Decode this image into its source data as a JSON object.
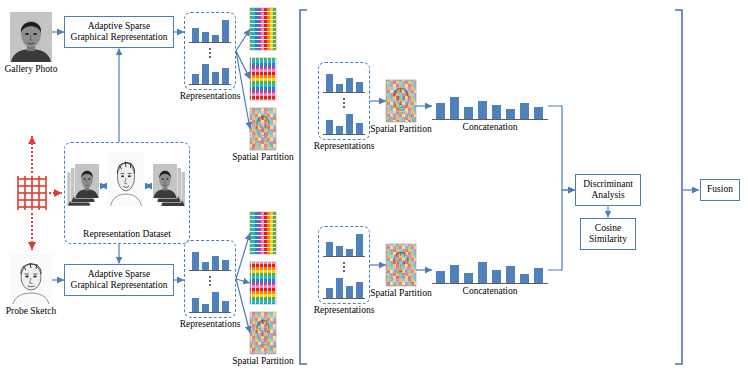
{
  "diagram": {
    "nodes": [
      {
        "text": [
          "Gallery Photo"
        ]
      },
      {
        "text": [
          "Adaptive Sparse Graphical Representation"
        ]
      },
      {
        "text": [
          "Representations"
        ]
      },
      {
        "text": [
          "Spatial Partition"
        ]
      },
      {
        "text": [
          "Representation Dataset"
        ]
      },
      {
        "text": [
          "Probe Sketch"
        ]
      },
      {
        "text": [
          "Adaptive Sparse Graphical Representation"
        ]
      },
      {
        "text": [
          "Representations"
        ]
      },
      {
        "text": [
          "Spatial Partition"
        ]
      },
      {
        "text": [
          "Representations"
        ]
      },
      {
        "text": [
          "Spatial Partition"
        ]
      },
      {
        "text": [
          "Concatenation"
        ]
      },
      {
        "text": [
          "Representations"
        ]
      },
      {
        "text": [
          "Spatial Partition"
        ]
      },
      {
        "text": [
          "Concatenation"
        ]
      },
      {
        "text": [
          "Discriminant Analysis"
        ]
      },
      {
        "text": [
          "Cosine Similarity"
        ]
      },
      {
        "text": [
          "Fusion"
        ]
      }
    ],
    "edges": [
      {
        "from": 0,
        "to": 1,
        "arrow": "to"
      },
      {
        "from": 4,
        "to": 1,
        "arrow": "to"
      },
      {
        "from": 4,
        "to": 6,
        "arrow": "to"
      },
      {
        "from": 5,
        "to": 6,
        "arrow": "to"
      },
      {
        "from": 1,
        "to": 2,
        "arrow": "to"
      },
      {
        "from": 2,
        "to": 3,
        "arrow": "to"
      },
      {
        "from": 6,
        "to": 7,
        "arrow": "to"
      },
      {
        "from": 7,
        "to": 8,
        "arrow": "to"
      },
      {
        "from": 9,
        "to": 10,
        "arrow": "to"
      },
      {
        "from": 10,
        "to": 11,
        "arrow": "to"
      },
      {
        "from": 12,
        "to": 13,
        "arrow": "to"
      },
      {
        "from": 13,
        "to": 14,
        "arrow": "to"
      },
      {
        "from": 11,
        "to": 15,
        "arrow": "to"
      },
      {
        "from": 14,
        "to": 15,
        "arrow": "to"
      },
      {
        "from": 15,
        "to": 16,
        "arrow": "to"
      }
    ]
  }
}
